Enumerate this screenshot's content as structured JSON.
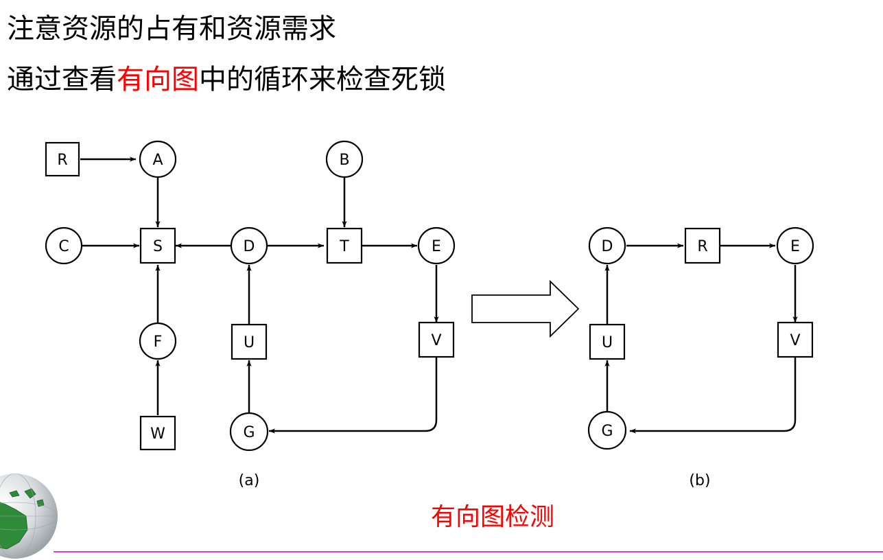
{
  "text": {
    "line1": "注意资源的占有和资源需求",
    "line2_prefix": "通过查看",
    "line2_highlight": "有向图",
    "line2_suffix": "中的循环来检查死锁"
  },
  "graph_a": {
    "label": "(a)",
    "nodes": {
      "R": "R",
      "A": "A",
      "B": "B",
      "C": "C",
      "S": "S",
      "D": "D",
      "T": "T",
      "E": "E",
      "F": "F",
      "U": "U",
      "V": "V",
      "W": "W",
      "G": "G"
    }
  },
  "graph_b": {
    "label": "(b)",
    "nodes": {
      "D": "D",
      "R": "R",
      "E": "E",
      "U": "U",
      "V": "V",
      "G": "G"
    }
  },
  "caption": "有向图检测",
  "colors": {
    "highlight": "#ff0000",
    "divider": "#cc00cc",
    "stroke": "#000000"
  },
  "icons": {
    "decoration": "globe-icon",
    "transform": "right-arrow-icon"
  }
}
